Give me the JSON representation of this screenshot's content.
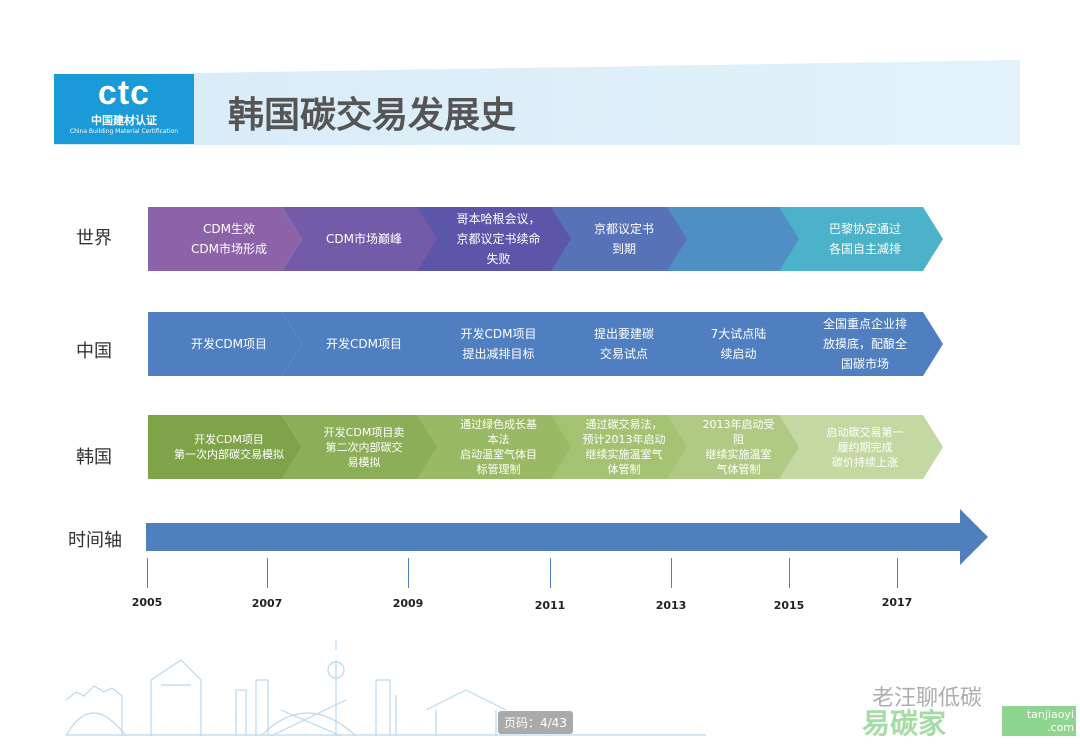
{
  "logo": {
    "mark": "ctc",
    "name_cn": "中国建材认证",
    "name_en": "China Building Material Certification"
  },
  "title": "韩国碳交易发展史",
  "rows": [
    {
      "label": "世界",
      "segments": [
        "CDM生效\nCDM市场形成",
        "CDM市场巅峰",
        "哥本哈根会议，\n京都议定书续命\n失败",
        "京都议定书\n到期",
        "",
        "巴黎协定通过\n各国自主减排"
      ],
      "colors": [
        "#8c62a8",
        "#735ba9",
        "#5b56a9",
        "#5872b8",
        "#4f8fc3",
        "#4cb2c9"
      ]
    },
    {
      "label": "中国",
      "segments": [
        "开发CDM项目",
        "开发CDM项目",
        "开发CDM项目\n提出减排目标",
        "提出要建碳\n交易试点",
        "7大试点陆\n续启动",
        "全国重点企业排\n放摸底，配酿全\n国碳市场"
      ],
      "colors": [
        "#4f7fc0",
        "#4f7fc0",
        "#4f7fc0",
        "#4f7fc0",
        "#4f7fc0",
        "#4f7fc0"
      ]
    },
    {
      "label": "韩国",
      "segments": [
        "开发CDM项目\n第一次内部碳交易模拟",
        "开发CDM项目卖\n第二次内部碳交\n易模拟",
        "通过绿色成长基\n本法\n启动温室气体目\n标管理制",
        "通过碳交易法，\n预计2013年启动\n继续实施温室气\n体管制",
        "2013年启动受\n阻\n继续实施温室\n气体管制",
        "启动碳交易第一\n履约期完成\n碳价持续上涨"
      ],
      "colors": [
        "#7fa349",
        "#8cae58",
        "#99b965",
        "#a5c273",
        "#b1ca83",
        "#c4d8a2"
      ]
    }
  ],
  "timeline": {
    "label": "时间轴",
    "years": [
      "2005",
      "2007",
      "2009",
      "2011",
      "2013",
      "2015",
      "2017"
    ]
  },
  "footer": {
    "page": "页码：4/43",
    "watermark": "老汪聊低碳",
    "watermark_site": "易碳家",
    "watermark_url": "tanjiaoyi .com"
  }
}
